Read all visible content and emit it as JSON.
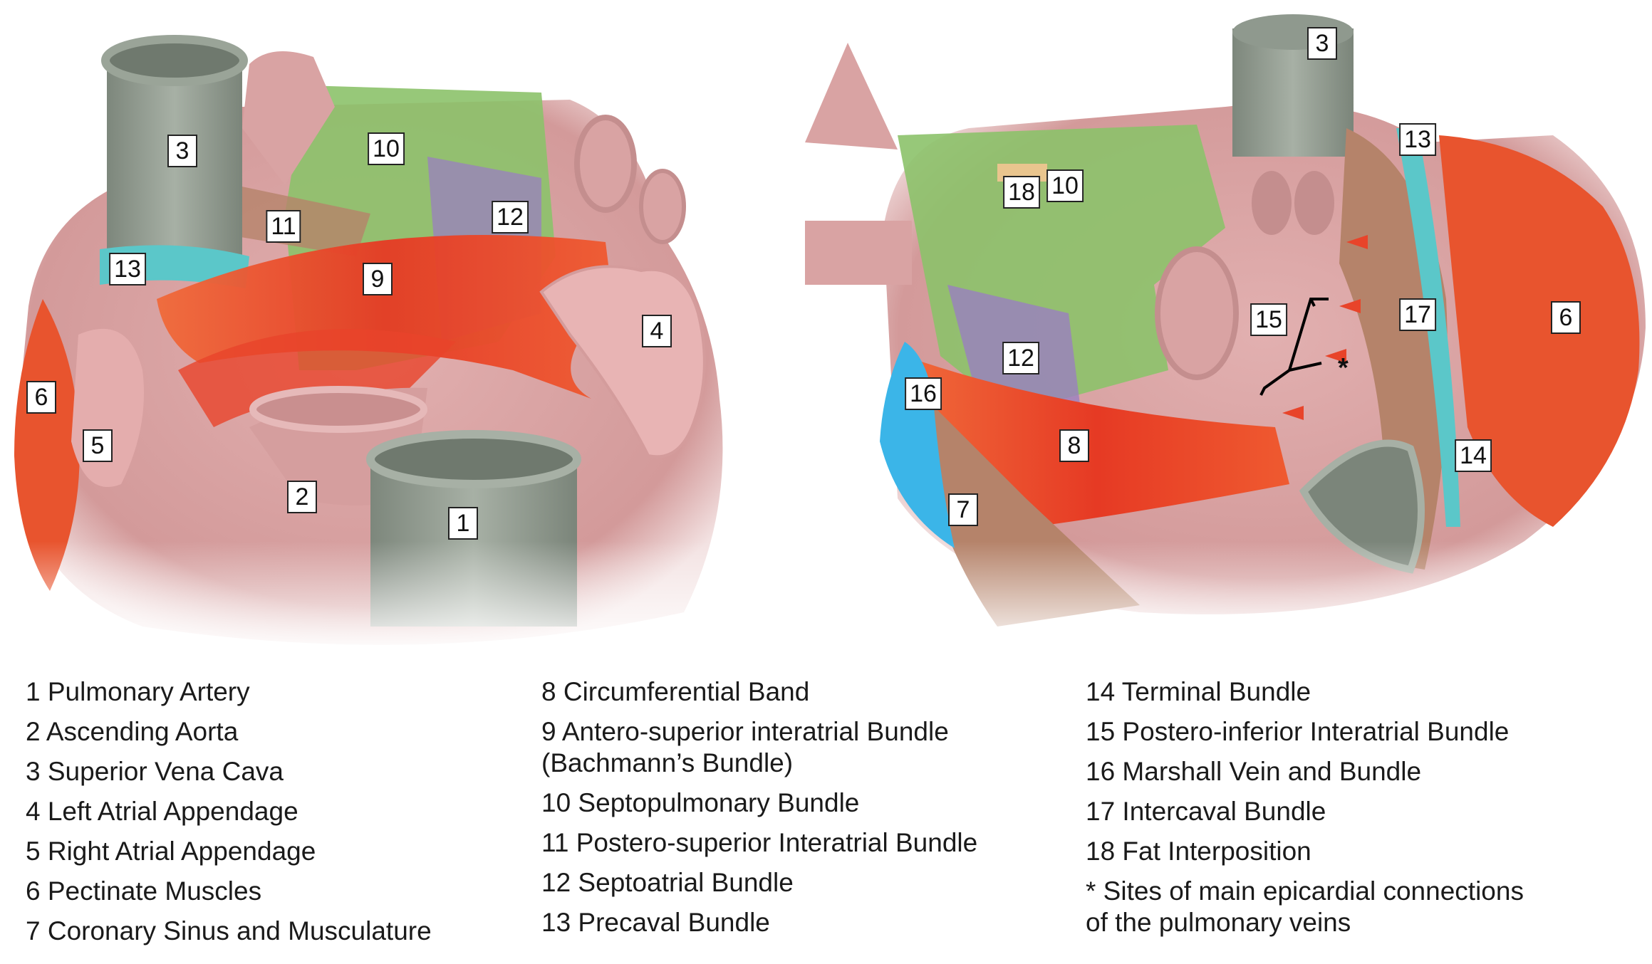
{
  "figure": {
    "left_view": {
      "markers": {
        "m1": "1",
        "m2": "2",
        "m3": "3",
        "m4": "4",
        "m5": "5",
        "m6": "6",
        "m9": "9",
        "m10": "10",
        "m11": "11",
        "m12": "12",
        "m13": "13"
      }
    },
    "right_view": {
      "markers": {
        "m3": "3",
        "m6": "6",
        "m7": "7",
        "m8": "8",
        "m10": "10",
        "m12": "12",
        "m13": "13",
        "m14": "14",
        "m15": "15",
        "m16": "16",
        "m17": "17",
        "m18": "18",
        "star": "*"
      }
    }
  },
  "legend": {
    "col1": [
      "1 Pulmonary Artery",
      "2 Ascending Aorta",
      "3 Superior Vena Cava",
      "4 Left Atrial Appendage",
      "5 Right Atrial Appendage",
      "6 Pectinate Muscles",
      "7 Coronary Sinus and Musculature"
    ],
    "col2": {
      "i8": "8 Circumferential Band",
      "i9_line1": "9 Antero-superior interatrial Bundle",
      "i9_line2": "(Bachmann’s Bundle)",
      "i10": "10 Septopulmonary Bundle",
      "i11": "11 Postero-superior Interatrial Bundle",
      "i12": "12 Septoatrial Bundle",
      "i13": "13 Precaval Bundle"
    },
    "col3": {
      "i14": "14 Terminal Bundle",
      "i15": "15 Postero-inferior Interatrial Bundle",
      "i16": "16 Marshall Vein and Bundle",
      "i17": "17 Intercaval Bundle",
      "i18": "18 Fat Interposition",
      "star_line1": "*  Sites of main epicardial connections",
      "star_line2": "of the pulmonary veins"
    }
  },
  "colors": {
    "atrium": "#d9a3a3",
    "atrium_dark": "#b97f80",
    "vessel": "#8f998e",
    "red_muscle": "#e8442a",
    "green_muscle": "#8cc26a",
    "purple_muscle": "#9a7fc0",
    "brown_muscle": "#b5836a",
    "teal": "#5bc7c9",
    "blue": "#3bb5e8"
  }
}
